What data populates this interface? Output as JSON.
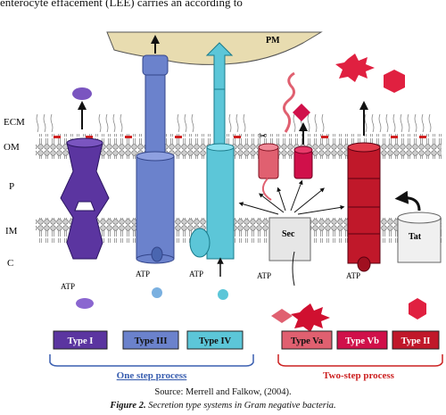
{
  "header_fragment": "enterocyte effacement (LEE) carries an according to",
  "layer_labels": {
    "ecm": "ECM",
    "om": "OM",
    "p": "P",
    "im": "IM",
    "c": "C"
  },
  "pm_label": "PM",
  "sec_label": "Sec",
  "tat_label": "Tat",
  "atp_label": "ATP",
  "systems": {
    "type1": "Type I",
    "type3": "Type III",
    "type4": "Type IV",
    "type5a": "Type Va",
    "type5b": "Type Vb",
    "type2": "Type II"
  },
  "groups": {
    "one_step": "One step process",
    "two_step": "Two-step process"
  },
  "source": "Source: Merrell and Falkow, (2004).",
  "caption_bold": "Figure 2.",
  "caption_text": "Secretion type systems in Gram negative bacteria.",
  "colors": {
    "type1": "#5b35a0",
    "type3": "#6b82cc",
    "type4": "#5cc6d8",
    "type5a": "#e06070",
    "type5b": "#d0104a",
    "type2": "#c0182a",
    "one_step_bracket": "#3a5fb0",
    "two_step_bracket": "#cc2020"
  }
}
